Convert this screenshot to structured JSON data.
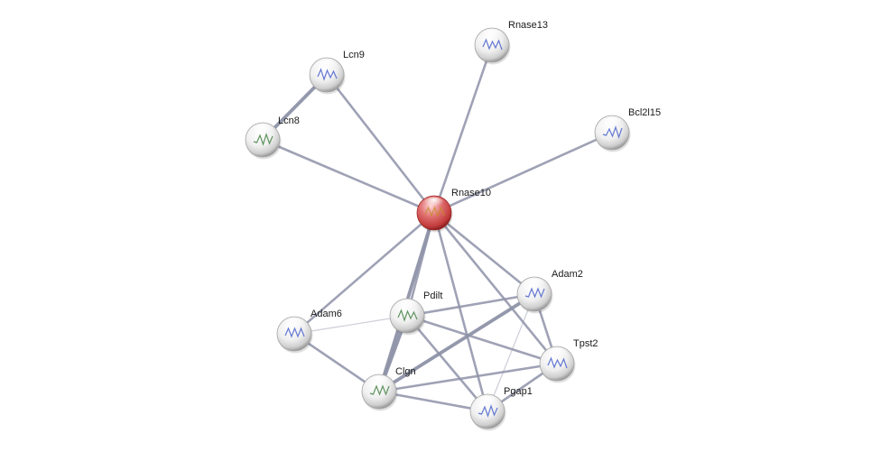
{
  "network": {
    "nodes": [
      {
        "id": "Rnase10",
        "label": "Rnase10",
        "query": true
      },
      {
        "id": "Rnase13",
        "label": "Rnase13",
        "query": false
      },
      {
        "id": "Lcn9",
        "label": "Lcn9",
        "query": false
      },
      {
        "id": "Lcn8",
        "label": "Lcn8",
        "query": false
      },
      {
        "id": "Bcl2l15",
        "label": "Bcl2l15",
        "query": false
      },
      {
        "id": "Adam2",
        "label": "Adam2",
        "query": false
      },
      {
        "id": "Pdilt",
        "label": "Pdilt",
        "query": false
      },
      {
        "id": "Adam6",
        "label": "Adam6",
        "query": false
      },
      {
        "id": "Tpst2",
        "label": "Tpst2",
        "query": false
      },
      {
        "id": "Clgn",
        "label": "Clgn",
        "query": false
      },
      {
        "id": "Pgap1",
        "label": "Pgap1",
        "query": false
      }
    ],
    "edges": [
      {
        "source": "Rnase10",
        "target": "Rnase13",
        "strength": "medium"
      },
      {
        "source": "Rnase10",
        "target": "Lcn9",
        "strength": "medium"
      },
      {
        "source": "Rnase10",
        "target": "Lcn8",
        "strength": "medium"
      },
      {
        "source": "Rnase10",
        "target": "Bcl2l15",
        "strength": "medium"
      },
      {
        "source": "Rnase10",
        "target": "Adam2",
        "strength": "medium"
      },
      {
        "source": "Rnase10",
        "target": "Pdilt",
        "strength": "medium"
      },
      {
        "source": "Rnase10",
        "target": "Adam6",
        "strength": "medium"
      },
      {
        "source": "Rnase10",
        "target": "Tpst2",
        "strength": "medium"
      },
      {
        "source": "Rnase10",
        "target": "Clgn",
        "strength": "strong"
      },
      {
        "source": "Rnase10",
        "target": "Pgap1",
        "strength": "medium"
      },
      {
        "source": "Lcn9",
        "target": "Lcn8",
        "strength": "strong"
      },
      {
        "source": "Pdilt",
        "target": "Adam2",
        "strength": "medium"
      },
      {
        "source": "Pdilt",
        "target": "Tpst2",
        "strength": "medium"
      },
      {
        "source": "Pdilt",
        "target": "Clgn",
        "strength": "strong"
      },
      {
        "source": "Pdilt",
        "target": "Pgap1",
        "strength": "medium"
      },
      {
        "source": "Pdilt",
        "target": "Adam6",
        "strength": "weak"
      },
      {
        "source": "Adam2",
        "target": "Tpst2",
        "strength": "medium"
      },
      {
        "source": "Adam2",
        "target": "Clgn",
        "strength": "strong"
      },
      {
        "source": "Adam2",
        "target": "Pgap1",
        "strength": "weak"
      },
      {
        "source": "Adam6",
        "target": "Clgn",
        "strength": "medium"
      },
      {
        "source": "Clgn",
        "target": "Tpst2",
        "strength": "medium"
      },
      {
        "source": "Clgn",
        "target": "Pgap1",
        "strength": "medium"
      },
      {
        "source": "Tpst2",
        "target": "Pgap1",
        "strength": "medium"
      }
    ],
    "colors": {
      "query_node": "#d9534f",
      "node": "#e4e4e4",
      "edge": "#8e92a8",
      "label": "#1a1a1a",
      "background": "#ffffff"
    }
  }
}
